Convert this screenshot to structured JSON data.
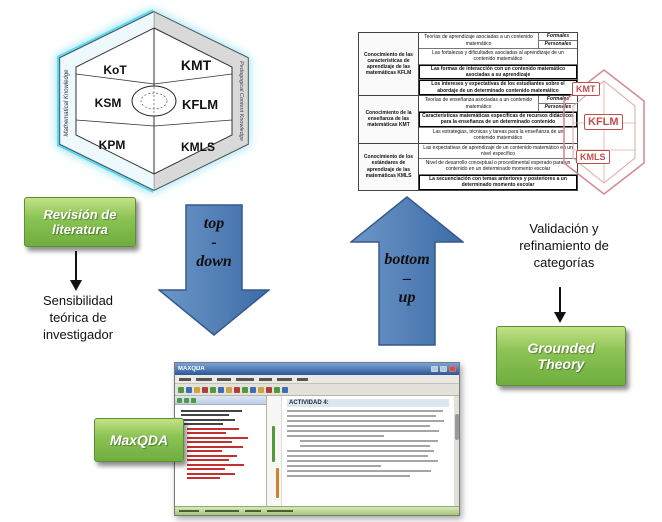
{
  "mtsk": {
    "kot": "KoT",
    "kmt": "KMT",
    "ksm": "KSM",
    "kflm": "KFLM",
    "kpm": "KPM",
    "kmls": "KMLS",
    "left_band": "Mathematical Knowledge",
    "right_band": "Pedagogical Content Knowledge"
  },
  "table": {
    "sections": [
      {
        "header": "Conocimiento de las características de aprendizaje de las matemáticas KFLM",
        "rows": [
          {
            "text": "Teorías de aprendizaje asociadas a un contenido matemático",
            "tags": [
              "Formales",
              "Personales"
            ]
          },
          {
            "text": "Las fortalezas y dificultades asociadas al aprendizaje de un contenido matemático"
          },
          {
            "text": "Las formas de interacción con un contenido matemático asociadas a su aprendizaje"
          },
          {
            "text": "Los intereses y expectativas de los estudiantes sobre el abordaje de un determinado contenido matemático"
          }
        ]
      },
      {
        "header": "Conocimiento de la enseñanza de las matemáticas KMT",
        "rows": [
          {
            "text": "Teorías de enseñanza asociadas a un contenido matemático",
            "tags": [
              "Formales",
              "Personales"
            ]
          },
          {
            "text": "Características matemáticas específicas de recursos didácticos para la enseñanza de un determinado contenido"
          },
          {
            "text": "Las estrategias, técnicas y tareas para la enseñanza de un contenido matemático"
          }
        ]
      },
      {
        "header": "Conocimiento de los estándares de aprendizaje de las matemáticas KMLS",
        "rows": [
          {
            "text": "Las expectativas de aprendizaje de un contenido matemático en un nivel específico"
          },
          {
            "text": "Nivel de desarrollo conceptual o procedimental esperado  para un contenido en un determinado momento escolar"
          },
          {
            "text": "La secuenciación con temas anteriores y posteriores a un determinado momento escolar"
          }
        ]
      }
    ]
  },
  "pck": {
    "labels": [
      "KMT",
      "KFLM",
      "KMLS"
    ]
  },
  "flow": {
    "revision": "Revisión de literatura",
    "sensibilidad": "Sensibilidad teórica de investigador",
    "validacion": "Validación y refinamiento de categorías",
    "grounded": "Grounded Theory",
    "maxqda": "MaxQDA",
    "top_down": [
      "top",
      "-",
      "down"
    ],
    "bottom_up": [
      "bottom",
      "–",
      "up"
    ]
  },
  "shot": {
    "title": "MAXQDA",
    "heading": "ACTIVIDAD 4:"
  },
  "colors": {
    "arrow_blue": "#4f81bd",
    "green_box": "#6fae3e",
    "red_accent": "#c0504d",
    "cyan_highlight": "#5fd4ef"
  }
}
